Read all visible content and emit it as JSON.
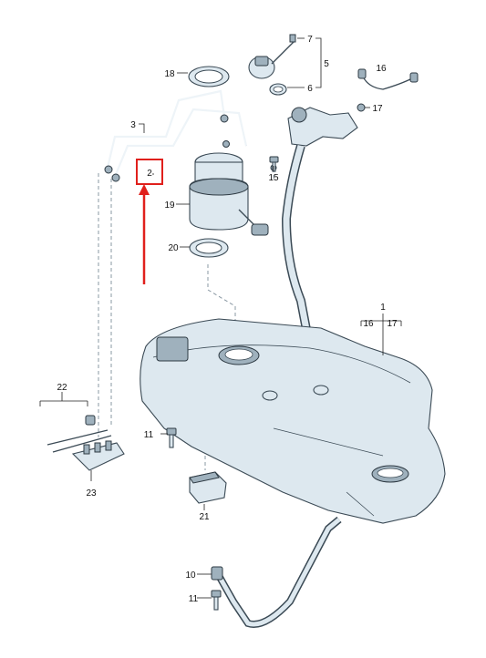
{
  "callouts": {
    "c1": "1",
    "c2": "2",
    "c3": "3",
    "c5": "5",
    "c6": "6",
    "c7": "7",
    "c10": "10",
    "c11a": "11",
    "c11b": "11",
    "c15": "15",
    "c16a": "16",
    "c16b": "16",
    "c17a": "17",
    "c17b": "17",
    "c18": "18",
    "c19": "19",
    "c20": "20",
    "c21": "21",
    "c22": "22",
    "c23": "23"
  },
  "highlight": {
    "label": "2",
    "box_color": "#e0201c",
    "arrow_color": "#e0201c"
  },
  "colors": {
    "part_fill": "#dde8ef",
    "outline": "#3b4a55",
    "guide": "#8a98a3"
  }
}
